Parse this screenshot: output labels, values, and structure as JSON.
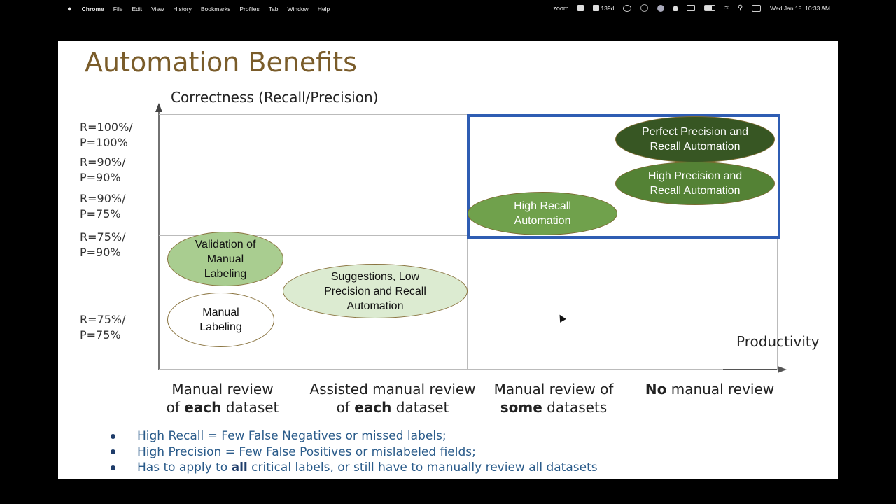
{
  "menubar": {
    "apple_icon": "",
    "app_name": "Chrome",
    "items": [
      "File",
      "Edit",
      "View",
      "History",
      "Bookmarks",
      "Profiles",
      "Tab",
      "Window",
      "Help"
    ],
    "status": {
      "zoom_label": "zoom",
      "linkedin_badge": "139d",
      "datetime": "Wed Jan 18  10:33 AM"
    }
  },
  "slide": {
    "title": "Automation Benefits",
    "y_axis_label": "Correctness (Recall/Precision)",
    "x_axis_label": "Productivity",
    "y_ticks": [
      {
        "line1": "R=100%/",
        "line2": "P=100%"
      },
      {
        "line1": "R=90%/",
        "line2": "P=90%"
      },
      {
        "line1": "R=90%/",
        "line2": "P=75%"
      },
      {
        "line1": "R=75%/",
        "line2": "P=90%"
      },
      {
        "line1": "R=75%/",
        "line2": "P=75%"
      }
    ],
    "x_categories": [
      {
        "line1_pre": "Manual review",
        "line1_bold": "",
        "line1_post": "",
        "line2_pre": "of ",
        "line2_bold": "each",
        "line2_post": " dataset"
      },
      {
        "line1_pre": "Assisted manual review",
        "line1_bold": "",
        "line1_post": "",
        "line2_pre": "of ",
        "line2_bold": "each",
        "line2_post": " dataset"
      },
      {
        "line1_pre": "Manual review of",
        "line1_bold": "",
        "line1_post": "",
        "line2_pre": "",
        "line2_bold": "some",
        "line2_post": " datasets"
      },
      {
        "line1_pre": "",
        "line1_bold": "No",
        "line1_post": " manual review",
        "line2_pre": "",
        "line2_bold": "",
        "line2_post": ""
      }
    ],
    "ellipses": [
      {
        "label": "Perfect Precision and Recall Automation",
        "fill": "#375623",
        "text_color": "#ffffff"
      },
      {
        "label": "High Precision and Recall Automation",
        "fill": "#548235",
        "text_color": "#ffffff"
      },
      {
        "label": "High Recall Automation",
        "fill": "#70a14c",
        "text_color": "#ffffff"
      },
      {
        "label": "Validation of Manual Labeling",
        "fill": "#a9cd90",
        "text_color": "#111111"
      },
      {
        "label": "Suggestions, Low Precision and Recall Automation",
        "fill": "#dcebd1",
        "text_color": "#111111"
      },
      {
        "label": "Manual Labeling",
        "fill": "#ffffff",
        "text_color": "#111111"
      }
    ],
    "highlight_color": "#2f5db3",
    "bullets": [
      {
        "pre": "High Recall = Few False Negatives or missed labels;",
        "bold": "",
        "post": ""
      },
      {
        "pre": "High Precision = Few False Positives or mislabeled fields;",
        "bold": "",
        "post": ""
      },
      {
        "pre": "Has to apply to ",
        "bold": "all",
        "post": " critical labels, or still have to manually review all datasets"
      }
    ]
  }
}
